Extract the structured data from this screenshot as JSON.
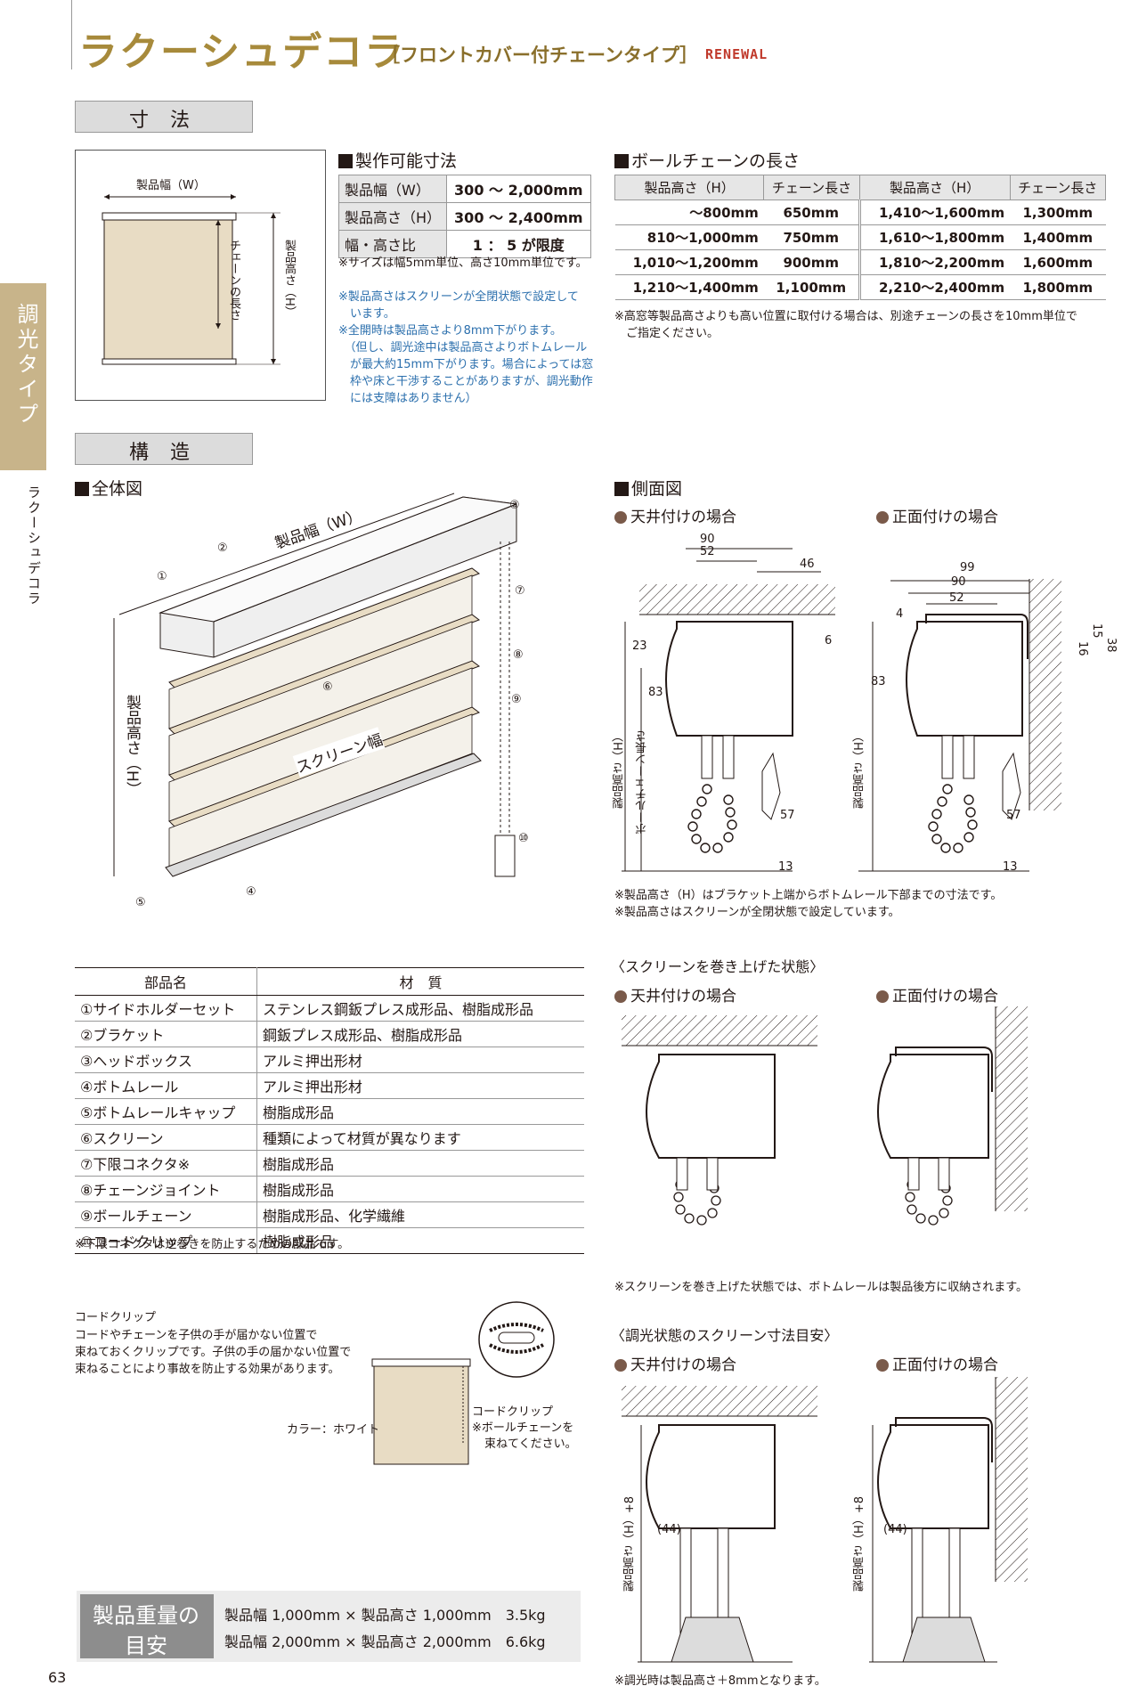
{
  "header": {
    "title": "ラクーシュデコラ",
    "subtitle": "［フロントカバー付チェーンタイプ］",
    "badge": "RENEWAL"
  },
  "side_tab": {
    "category": "調光タイプ",
    "product": "ラクーシュデコラ"
  },
  "sections": {
    "dimensions": "寸法",
    "structure": "構造"
  },
  "dimension_diagram": {
    "width_label": "製品幅（W）",
    "chain_label": "チェーンの長さ",
    "height_label": "製品高さ（H）"
  },
  "production_size": {
    "heading": "製作可能寸法",
    "rows": [
      {
        "label": "製品幅（W）",
        "value": "300 ～ 2,000mm"
      },
      {
        "label": "製品高さ（H）",
        "value": "300 ～ 2,400mm"
      },
      {
        "label": "幅・高さ比",
        "value": "1 ： 5 が限度"
      }
    ],
    "note_black": "※サイズは幅5mm単位、高さ10mm単位です。",
    "notes_blue": [
      "※製品高さはスクリーンが全閉状態で設定して",
      "　います。",
      "※全開時は製品高さより8mm下がります。",
      "　（但し、調光途中は製品高さよりボトムレール",
      "　が最大約15mm下がります。場合によっては窓",
      "　枠や床と干渉することがありますが、調光動作",
      "　には支障はありません）"
    ]
  },
  "ball_chain": {
    "heading": "ボールチェーンの長さ",
    "headers": [
      "製品高さ（H）",
      "チェーン長さ",
      "製品高さ（H）",
      "チェーン長さ"
    ],
    "rows": [
      [
        "～800mm",
        "650mm",
        "1,410～1,600mm",
        "1,300mm"
      ],
      [
        "810～1,000mm",
        "750mm",
        "1,610～1,800mm",
        "1,400mm"
      ],
      [
        "1,010～1,200mm",
        "900mm",
        "1,810～2,200mm",
        "1,600mm"
      ],
      [
        "1,210～1,400mm",
        "1,100mm",
        "2,210～2,400mm",
        "1,800mm"
      ]
    ],
    "notes": [
      "※高窓等製品高さよりも高い位置に取付ける場合は、別途チェーンの長さを10mm単位で",
      "　ご指定ください。"
    ]
  },
  "overall": {
    "heading": "全体図",
    "width_label": "製品幅（W）",
    "height_label": "製品高さ（H）",
    "screen_label": "スクリーン幅",
    "callouts": [
      "①",
      "②",
      "③",
      "④",
      "⑤",
      "⑥",
      "⑦",
      "⑧",
      "⑨",
      "⑩"
    ]
  },
  "side_view": {
    "heading": "側面図",
    "ceiling": "天井付けの場合",
    "front": "正面付けの場合",
    "dims_ceiling": [
      "90",
      "52",
      "46",
      "23",
      "83",
      "6",
      "57",
      "13"
    ],
    "dims_front": [
      "99",
      "90",
      "52",
      "4",
      "83",
      "16",
      "15",
      "38",
      "57",
      "13"
    ],
    "vlabel_ceiling_1": "製品高さ（H）",
    "vlabel_ceiling_2": "ボールチェーン長さ",
    "vlabel_front": "製品高さ（H）",
    "notes": [
      "※製品高さ（H）はブラケット上端からボトムレール下部までの寸法です。",
      "※製品高さはスクリーンが全閉状態で設定しています。"
    ]
  },
  "parts": {
    "headers": [
      "部品名",
      "材　質"
    ],
    "rows": [
      [
        "①サイドホルダーセット",
        "ステンレス鋼鈑プレス成形品、樹脂成形品"
      ],
      [
        "②ブラケット",
        "鋼鈑プレス成形品、樹脂成形品"
      ],
      [
        "③ヘッドボックス",
        "アルミ押出形材"
      ],
      [
        "④ボトムレール",
        "アルミ押出形材"
      ],
      [
        "⑤ボトムレールキャップ",
        "樹脂成形品"
      ],
      [
        "⑥スクリーン",
        "種類によって材質が異なります"
      ],
      [
        "⑦下限コネクタ※",
        "樹脂成形品"
      ],
      [
        "⑧チェーンジョイント",
        "樹脂成形品"
      ],
      [
        "⑨ボールチェーン",
        "樹脂成形品、化学繊維"
      ],
      [
        "⑩コードクリップ",
        "樹脂成形品"
      ]
    ],
    "note": "※下限コネクタは逆巻きを防止するための部品です。"
  },
  "rolled_up": {
    "heading": "〈スクリーンを巻き上げた状態〉",
    "ceiling": "天井付けの場合",
    "front": "正面付けの場合",
    "note": "※スクリーンを巻き上げた状態では、ボトムレールは製品後方に収納されます。"
  },
  "cord_clip": {
    "title": "コードクリップ",
    "desc": [
      "コードやチェーンを子供の手が届かない位置で",
      "束ねておくクリップです。子供の手の届かない位置で",
      "束ねることにより事故を防止する効果があります。"
    ],
    "color": "カラー：ホワイト",
    "label": "コードクリップ",
    "label_note_1": "※ボールチェーンを",
    "label_note_2": "束ねてください。"
  },
  "dimming": {
    "heading": "〈調光状態のスクリーン寸法目安〉",
    "ceiling": "天井付けの場合",
    "front": "正面付けの場合",
    "vlabel": "製品高さ（H）+8",
    "dim": "(44)",
    "note": "※調光時は製品高さ＋8mmとなります。"
  },
  "weight": {
    "label_1": "製品重量の",
    "label_2": "目安",
    "rows": [
      "製品幅 1,000mm × 製品高さ 1,000mm　3.5kg",
      "製品幅 2,000mm × 製品高さ 2,000mm　6.6kg"
    ]
  },
  "page_number": "63",
  "colors": {
    "gold": "#a78a3b",
    "side_tab": "#c8b48a",
    "screen_beige": "#e8dcc4",
    "bullet_brown": "#7a5a4a"
  }
}
